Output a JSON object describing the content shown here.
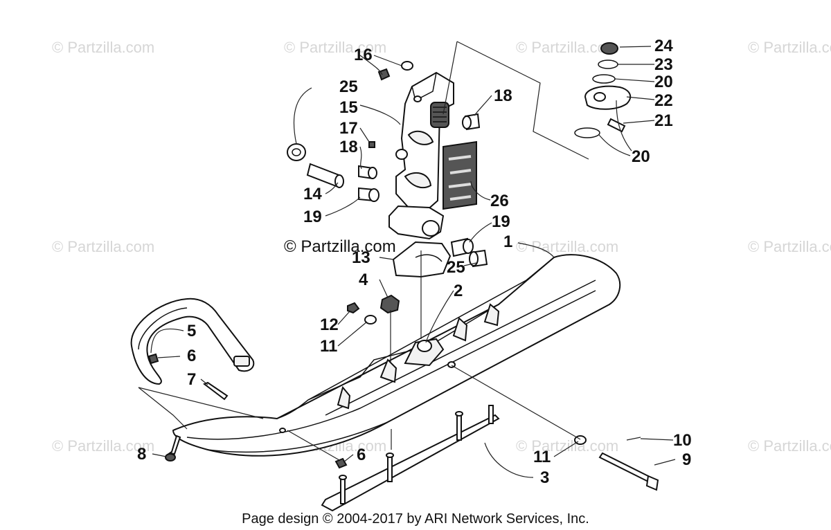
{
  "watermark_text": "© Partzilla.com",
  "center_watermark_text": "© Partzilla.com",
  "footer_text": "Page design © 2004-2017 by ARI Network Services, Inc.",
  "callouts": {
    "c1": "1",
    "c2": "2",
    "c3": "3",
    "c4": "4",
    "c5": "5",
    "c6a": "6",
    "c6b": "6",
    "c7": "7",
    "c8": "8",
    "c9": "9",
    "c10": "10",
    "c11a": "11",
    "c11b": "11",
    "c12": "12",
    "c13": "13",
    "c14": "14",
    "c15": "15",
    "c16": "16",
    "c17": "17",
    "c18a": "18",
    "c18b": "18",
    "c19a": "19",
    "c19b": "19",
    "c20a": "20",
    "c20b": "20",
    "c21": "21",
    "c22": "22",
    "c23": "23",
    "c24": "24",
    "c25a": "25",
    "c25b": "25",
    "c26": "26"
  }
}
